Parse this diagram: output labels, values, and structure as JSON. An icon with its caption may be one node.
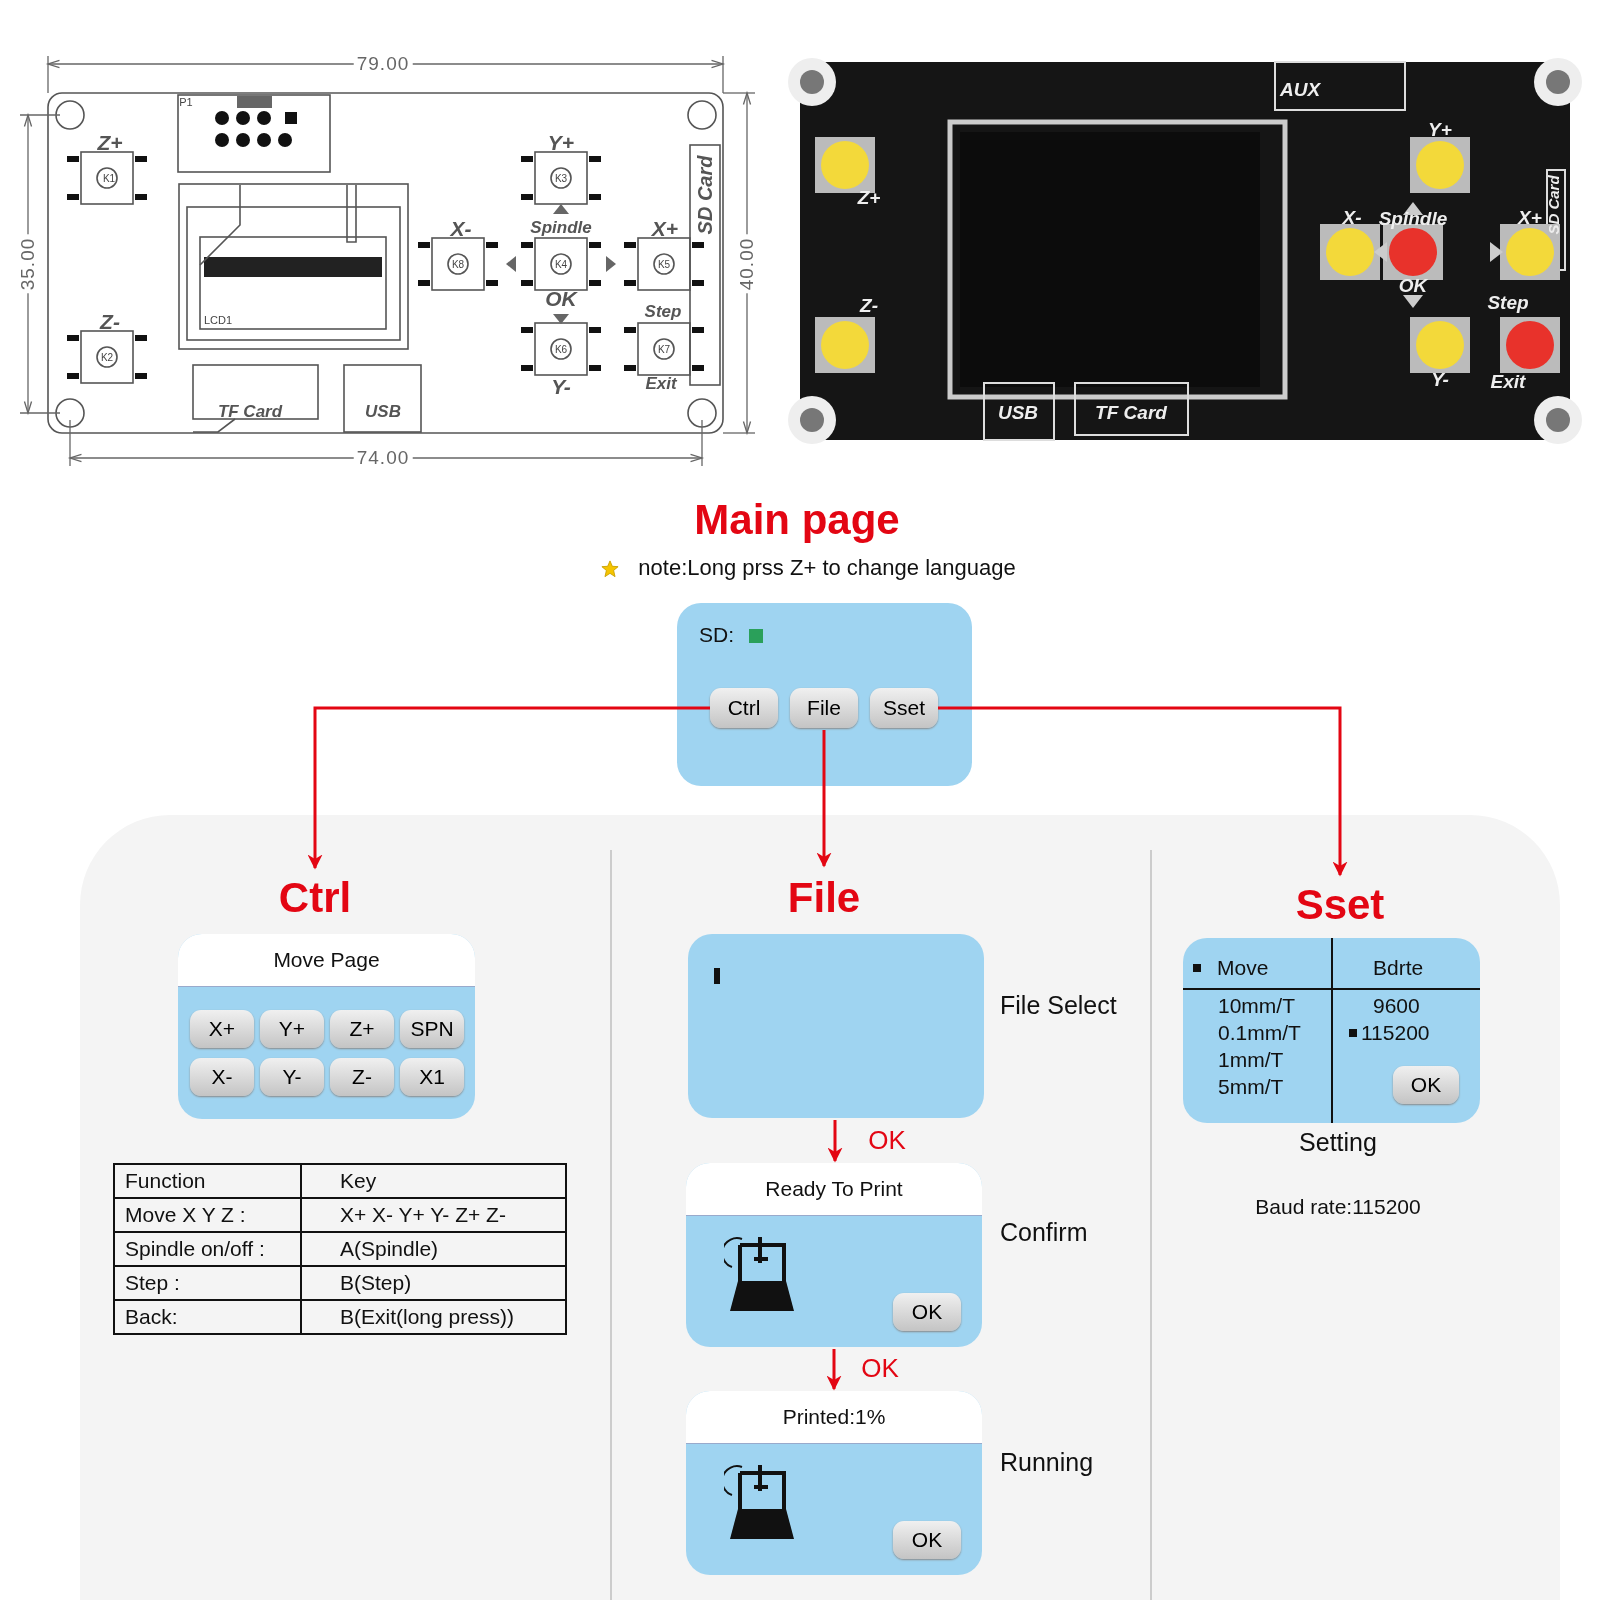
{
  "diagram": {
    "title": "Main page",
    "nodes": [
      {
        "text": [
          "SD:"
        ]
      },
      {
        "text": [
          "Ctrl"
        ],
        "in": 0
      },
      {
        "text": [
          "File"
        ],
        "in": 0
      },
      {
        "text": [
          "Sset"
        ],
        "in": 0
      },
      {
        "text": [
          "Ctrl"
        ]
      },
      {
        "text": [
          "File"
        ]
      },
      {
        "text": [
          "Sset"
        ]
      },
      {
        "text": [
          "Move Page"
        ]
      },
      {
        "text": [
          "X+"
        ],
        "in": 7
      },
      {
        "text": [
          "Y+"
        ],
        "in": 7
      },
      {
        "text": [
          "Z+"
        ],
        "in": 7
      },
      {
        "text": [
          "SPN"
        ],
        "in": 7
      },
      {
        "text": [
          "X-"
        ],
        "in": 7
      },
      {
        "text": [
          "Y-"
        ],
        "in": 7
      },
      {
        "text": [
          "Z-"
        ],
        "in": 7
      },
      {
        "text": [
          "X1"
        ],
        "in": 7
      },
      {
        "text": [],
        "shape": "box",
        "beside": [
          "File Select"
        ]
      },
      {
        "text": [
          "Ready To Print"
        ],
        "beside": [
          "Confirm"
        ]
      },
      {
        "text": [
          "OK"
        ],
        "in": 17
      },
      {
        "text": [
          "Printed:1%"
        ],
        "beside": [
          "Running"
        ]
      },
      {
        "text": [
          "OK"
        ],
        "in": 19
      },
      {
        "text": [
          "Move",
          "Bdrte",
          "10mm/T",
          "0.1mm/T",
          "1mm/T",
          "5mm/T",
          "9600",
          "115200"
        ],
        "beside": [
          "Setting",
          "Baud rate:115200"
        ]
      },
      {
        "text": [
          "OK"
        ],
        "in": 21
      }
    ],
    "edges": [
      {
        "from": 1,
        "to": 4,
        "arrow": "to"
      },
      {
        "from": 2,
        "to": 5,
        "arrow": "to"
      },
      {
        "from": 3,
        "to": 6,
        "arrow": "to"
      },
      {
        "from": 16,
        "to": 17,
        "arrow": "to",
        "label": "OK"
      },
      {
        "from": 17,
        "to": 19,
        "arrow": "to",
        "label": "OK"
      }
    ],
    "labels": [
      "79.00",
      "P1",
      "Z+",
      "K1",
      "Y+",
      "K3",
      "SD Card",
      "35.00",
      "40.00",
      "X-",
      "Spindle",
      "X+",
      "K8",
      "K4",
      "K5",
      "OK",
      "Step",
      "LCD1",
      "Z-",
      "K2",
      "K6",
      "K7",
      "Y-",
      "Exit",
      "TF Card",
      "USB",
      "74.00",
      "AUX",
      "Y+",
      "Z+",
      "SD Card",
      "X-",
      "Spindle",
      "X+",
      "OK",
      "Z-",
      "Step",
      "Y-",
      "Exit",
      "USB",
      "TF Card",
      "note:Long prss Z+ to change language",
      "Function",
      "Key",
      "Move X Y Z :",
      "X+ X- Y+ Y- Z+ Z-",
      "Spindle on/off :",
      "A(Spindle)",
      "Step :",
      "B(Step)",
      "Back:",
      "B(Exit(long press))"
    ]
  }
}
